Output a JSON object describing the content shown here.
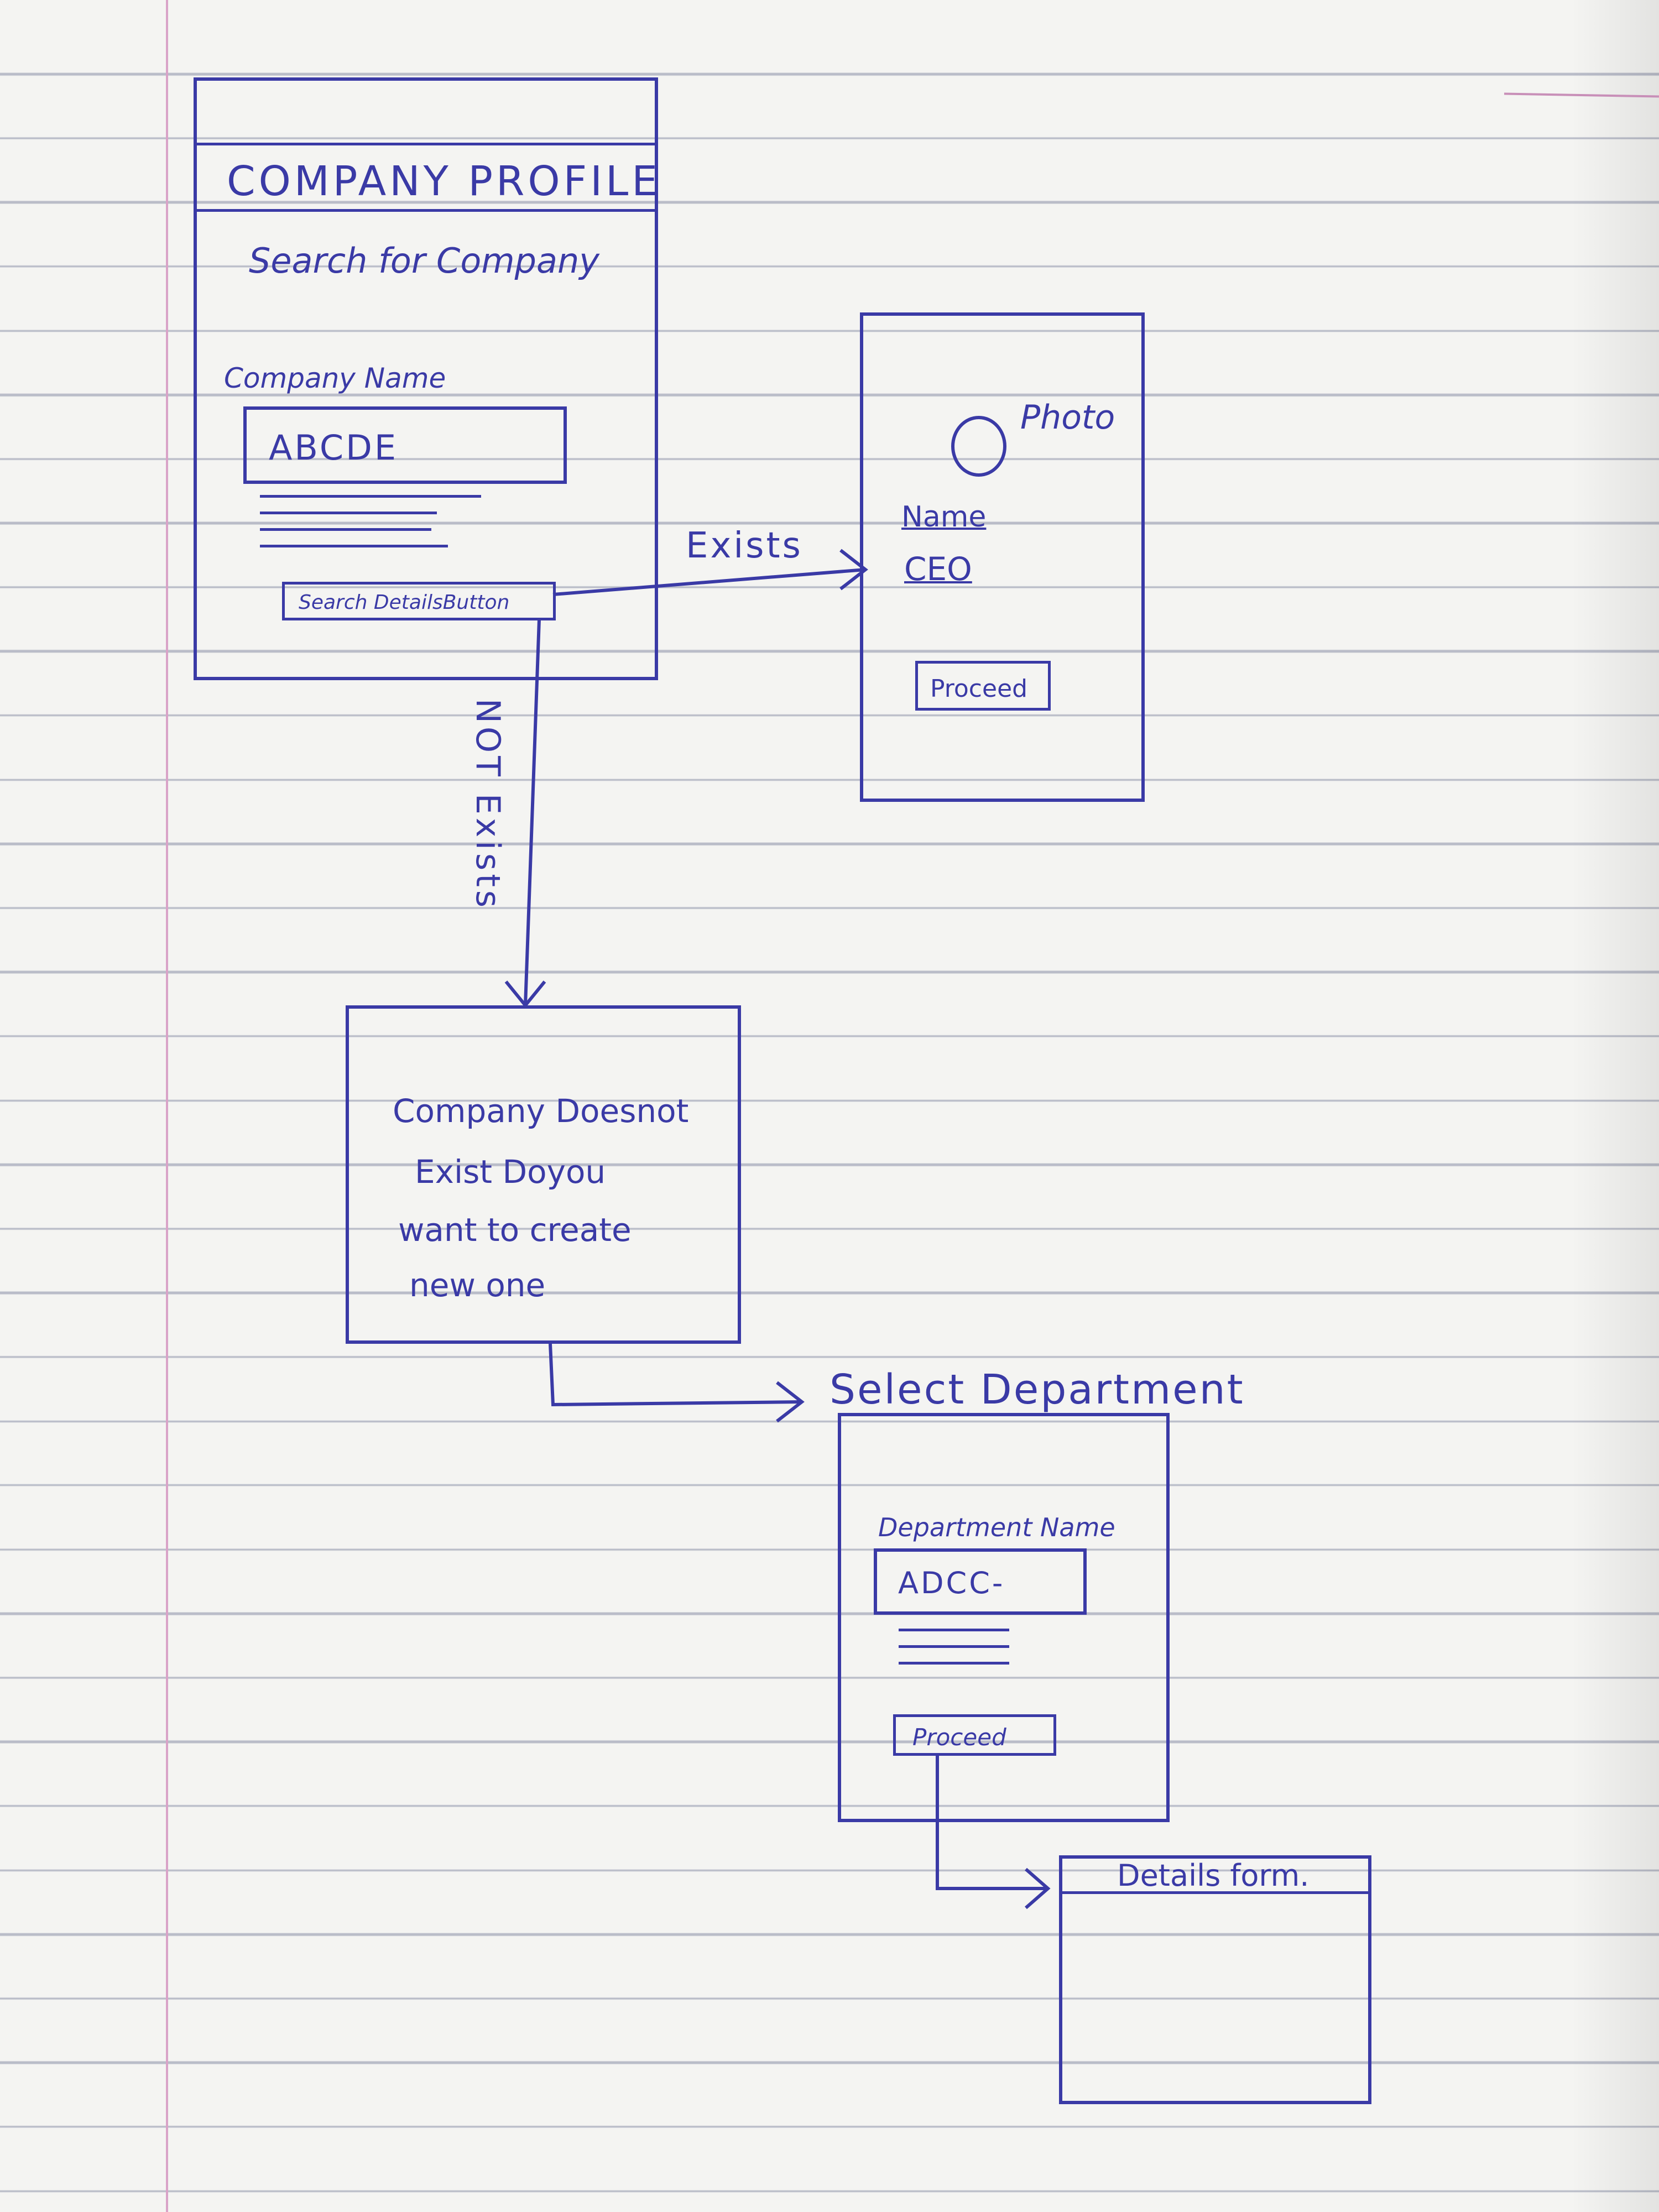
{
  "screen1": {
    "title": "COMPANY PROFILE",
    "subtitle": "Search for Company",
    "field_label": "Company Name",
    "field_value": "ABCDE",
    "button_label": "Search DetailsButton"
  },
  "arrows": {
    "exists_label": "Exists",
    "not_exists_label": "NOT Exists"
  },
  "screen2": {
    "photo_label": "Photo",
    "name_label": "Name",
    "ceo_label": "CEO",
    "button_label": "Proceed"
  },
  "screen3": {
    "lines": [
      "Company Doesnot",
      "Exist Doyou",
      "want to create",
      "new one"
    ]
  },
  "screen4": {
    "heading": "Select Department",
    "field_label": "Department Name",
    "field_value": "ADCC-",
    "button_label": "Proceed"
  },
  "screen5": {
    "title": "Details form."
  },
  "colors": {
    "ink": "#3a3aa6",
    "paper": "#f4f4f2",
    "rule": "#b9bcc8",
    "margin": "#d9a3c8"
  }
}
